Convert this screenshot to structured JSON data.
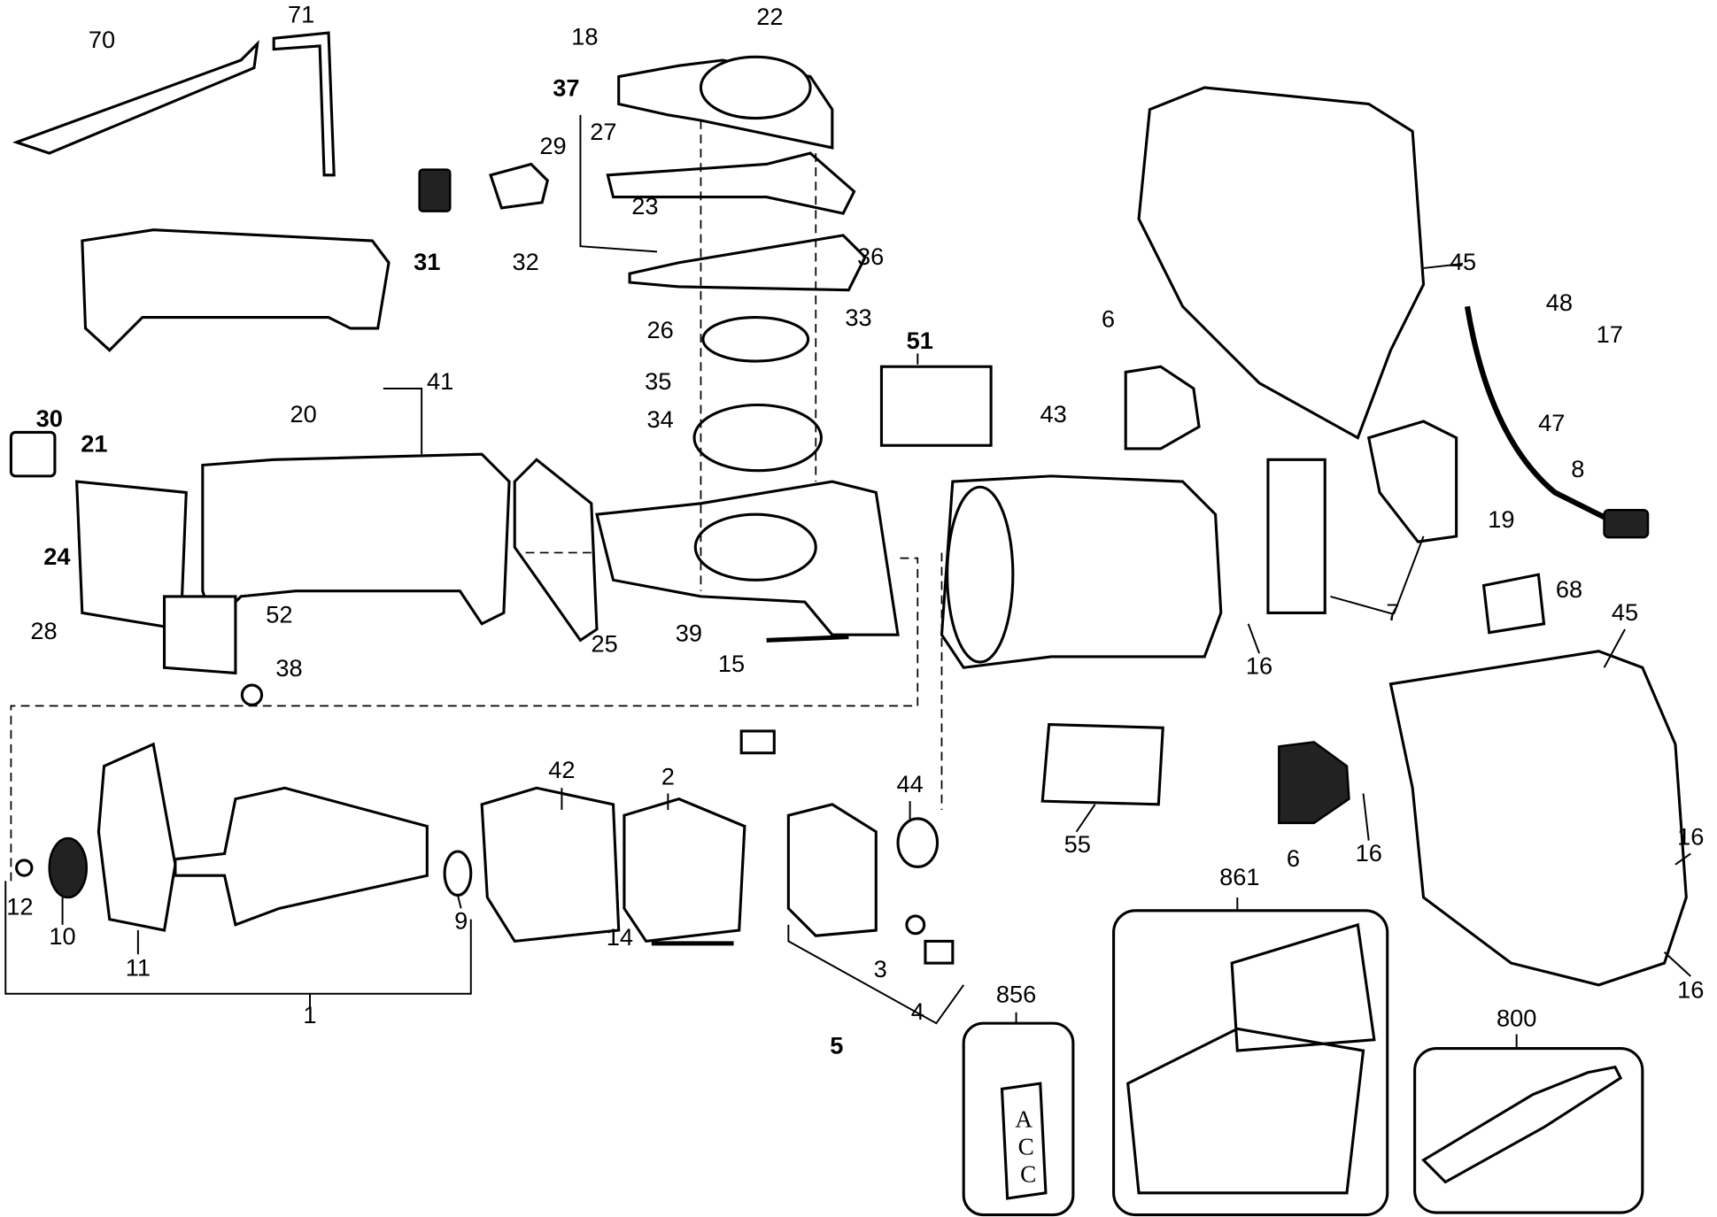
{
  "diagram": {
    "type": "exploded parts diagram",
    "labels": [
      "70",
      "71",
      "18",
      "22",
      "37",
      "29",
      "27",
      "23",
      "31",
      "32",
      "36",
      "20",
      "41",
      "26",
      "33",
      "51",
      "35",
      "34",
      "30",
      "21",
      "24",
      "28",
      "52",
      "25",
      "39",
      "15",
      "38",
      "43",
      "6",
      "45",
      "48",
      "17",
      "47",
      "8",
      "19",
      "7",
      "16",
      "68",
      "45",
      "55",
      "6",
      "16",
      "16",
      "16",
      "861",
      "856",
      "800",
      "42",
      "2",
      "44",
      "12",
      "10",
      "11",
      "9",
      "14",
      "3",
      "4",
      "1",
      "5",
      "16"
    ],
    "acc_text": [
      "A",
      "C",
      "C"
    ]
  }
}
